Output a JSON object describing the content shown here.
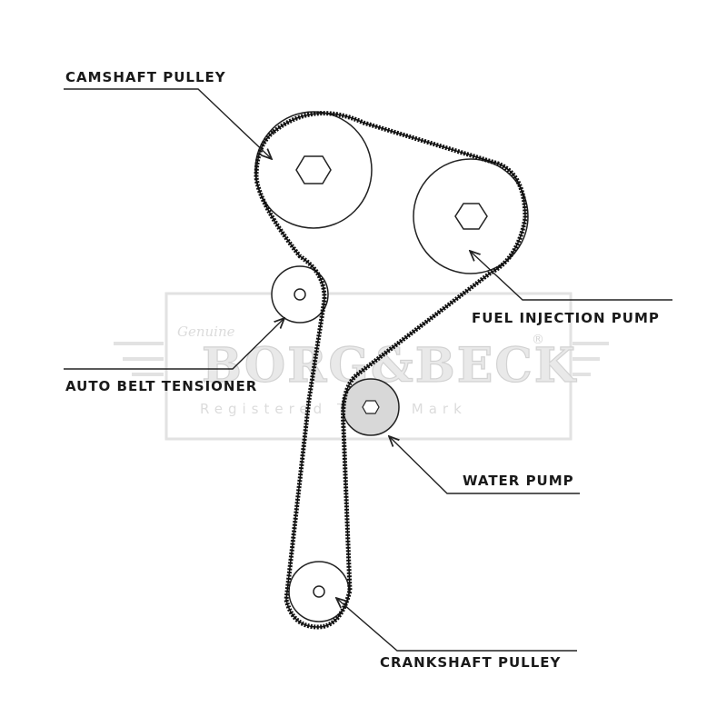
{
  "labels": {
    "camshaft_pulley": "CAMSHAFT PULLEY",
    "fuel_injection_pump": "FUEL INJECTION PUMP",
    "auto_belt_tensioner": "AUTO BELT TENSIONER",
    "water_pump": "WATER PUMP",
    "crankshaft_pulley": "CRANKSHAFT PULLEY"
  },
  "watermark": {
    "brand": "BORG&BECK",
    "script": "Genuine",
    "registered": "®",
    "subtitle": "Registered Trade Mark"
  },
  "colors": {
    "belt": "#111111",
    "line": "#222222",
    "water_pump_fill": "#d8d8d8",
    "watermark": "#e6e6e6"
  }
}
